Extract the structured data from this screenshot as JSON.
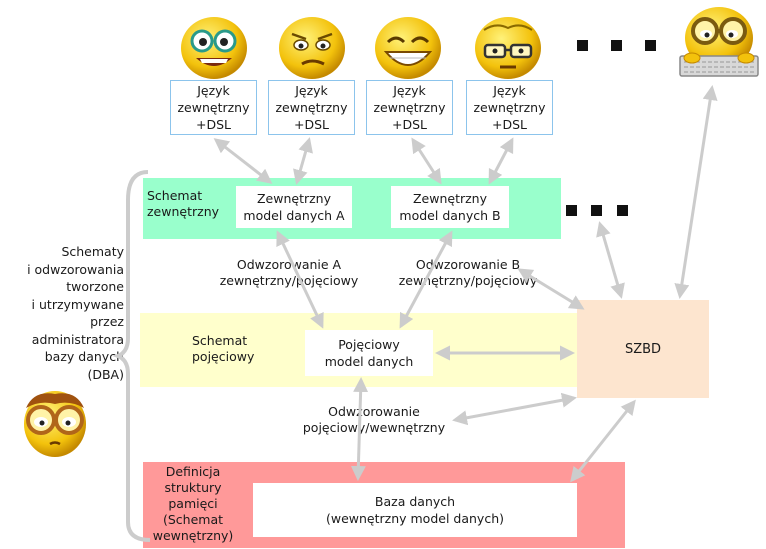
{
  "colors": {
    "external_band": "#99ffcc",
    "conceptual_band": "#ffffcc",
    "internal_band": "#ff9999",
    "dbms_box": "#fde5cf",
    "language_box_border": "#8cc4ec",
    "arrow": "#cccccc"
  },
  "users": [
    {
      "icon": "smiley-glasses-icon"
    },
    {
      "icon": "smiley-confused-icon"
    },
    {
      "icon": "smiley-grin-icon"
    },
    {
      "icon": "smiley-nerd-icon"
    },
    {
      "icon": "smiley-laptop-icon"
    }
  ],
  "languages": [
    {
      "label": "Język\nzewnętrzny\n+DSL"
    },
    {
      "label": "Język\nzewnętrzny\n+DSL"
    },
    {
      "label": "Język\nzewnętrzny\n+DSL"
    },
    {
      "label": "Język\nzewnętrzny\n+DSL"
    }
  ],
  "external_schema": {
    "title": "Schemat\nzewnętrzny",
    "model_a": "Zewnętrzny\nmodel danych A",
    "model_b": "Zewnętrzny\nmodel danych B"
  },
  "mappings": {
    "a": "Odwzorowanie A\nzewnętrzny/pojęciowy",
    "b": "Odwzorowanie B\nzewnętrzny/pojęciowy",
    "internal": "Odwzorowanie\npojęciowy/wewnętrzny"
  },
  "conceptual_schema": {
    "title": "Schemat\npojęciowy",
    "model": "Pojęciowy\nmodel danych"
  },
  "dbms": {
    "label": "SZBD"
  },
  "internal_schema": {
    "title": "Definicja\nstruktury\npamięci\n(Schemat\nwewnętrzny)",
    "database": "Baza danych\n(wewnętrzny model danych)"
  },
  "dba": {
    "note": "Schematy\ni odwzorowania\ntworzone\ni utrzymywane\nprzez\nadministratora\nbazy danych\n(DBA)",
    "icon": "smiley-dba-icon"
  }
}
